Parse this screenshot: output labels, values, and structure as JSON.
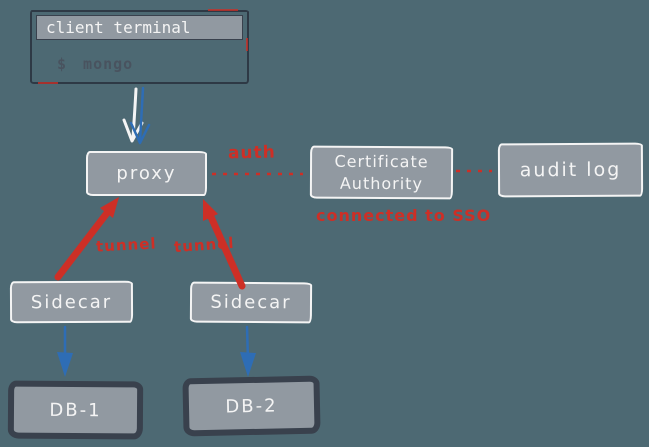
{
  "colors": {
    "background": "#4d6973",
    "box_fill": "#9199a1",
    "white_ink": "#f4f4f4",
    "dark_ink": "#2e3945",
    "db_border": "#39414d",
    "red": "#cd2f26",
    "blue": "#2e6db5",
    "prompt_text": "#49535f"
  },
  "nodes": {
    "client_terminal": {
      "title": "client terminal",
      "command": "$ mongo"
    },
    "proxy": {
      "label": "proxy"
    },
    "certificate_authority": {
      "line1": "Certificate",
      "line2": "Authority"
    },
    "audit_log": {
      "label": "audit log"
    },
    "sidecar_left": {
      "label": "Sidecar"
    },
    "sidecar_right": {
      "label": "Sidecar"
    },
    "db_left": {
      "label": "DB-1"
    },
    "db_right": {
      "label": "DB-2"
    }
  },
  "labels": {
    "auth": "auth",
    "sso_note": "connected to SSO",
    "tunnel_left": "tunnel",
    "tunnel_right": "tunnel"
  }
}
